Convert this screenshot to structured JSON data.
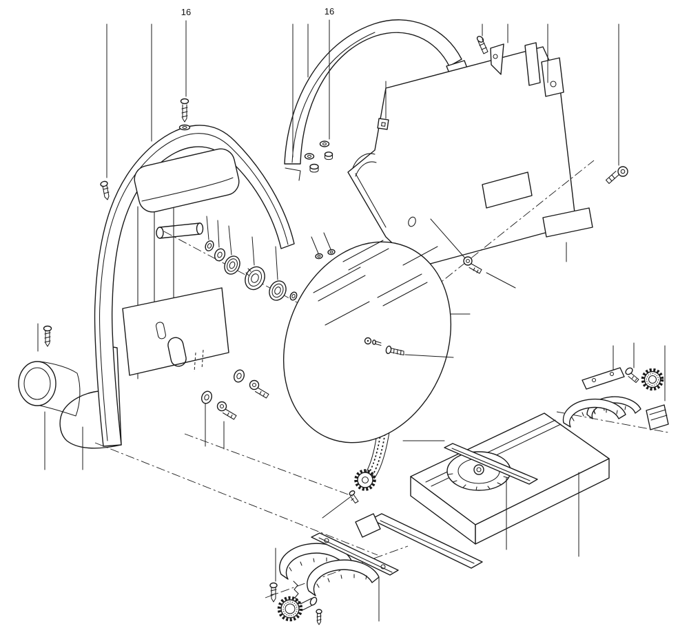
{
  "diagram": {
    "type": "exploded-parts-diagram",
    "background": "#ffffff",
    "line_color": "#1a1a1a",
    "labels": [
      {
        "text": "16"
      },
      {
        "text": "16"
      }
    ]
  }
}
